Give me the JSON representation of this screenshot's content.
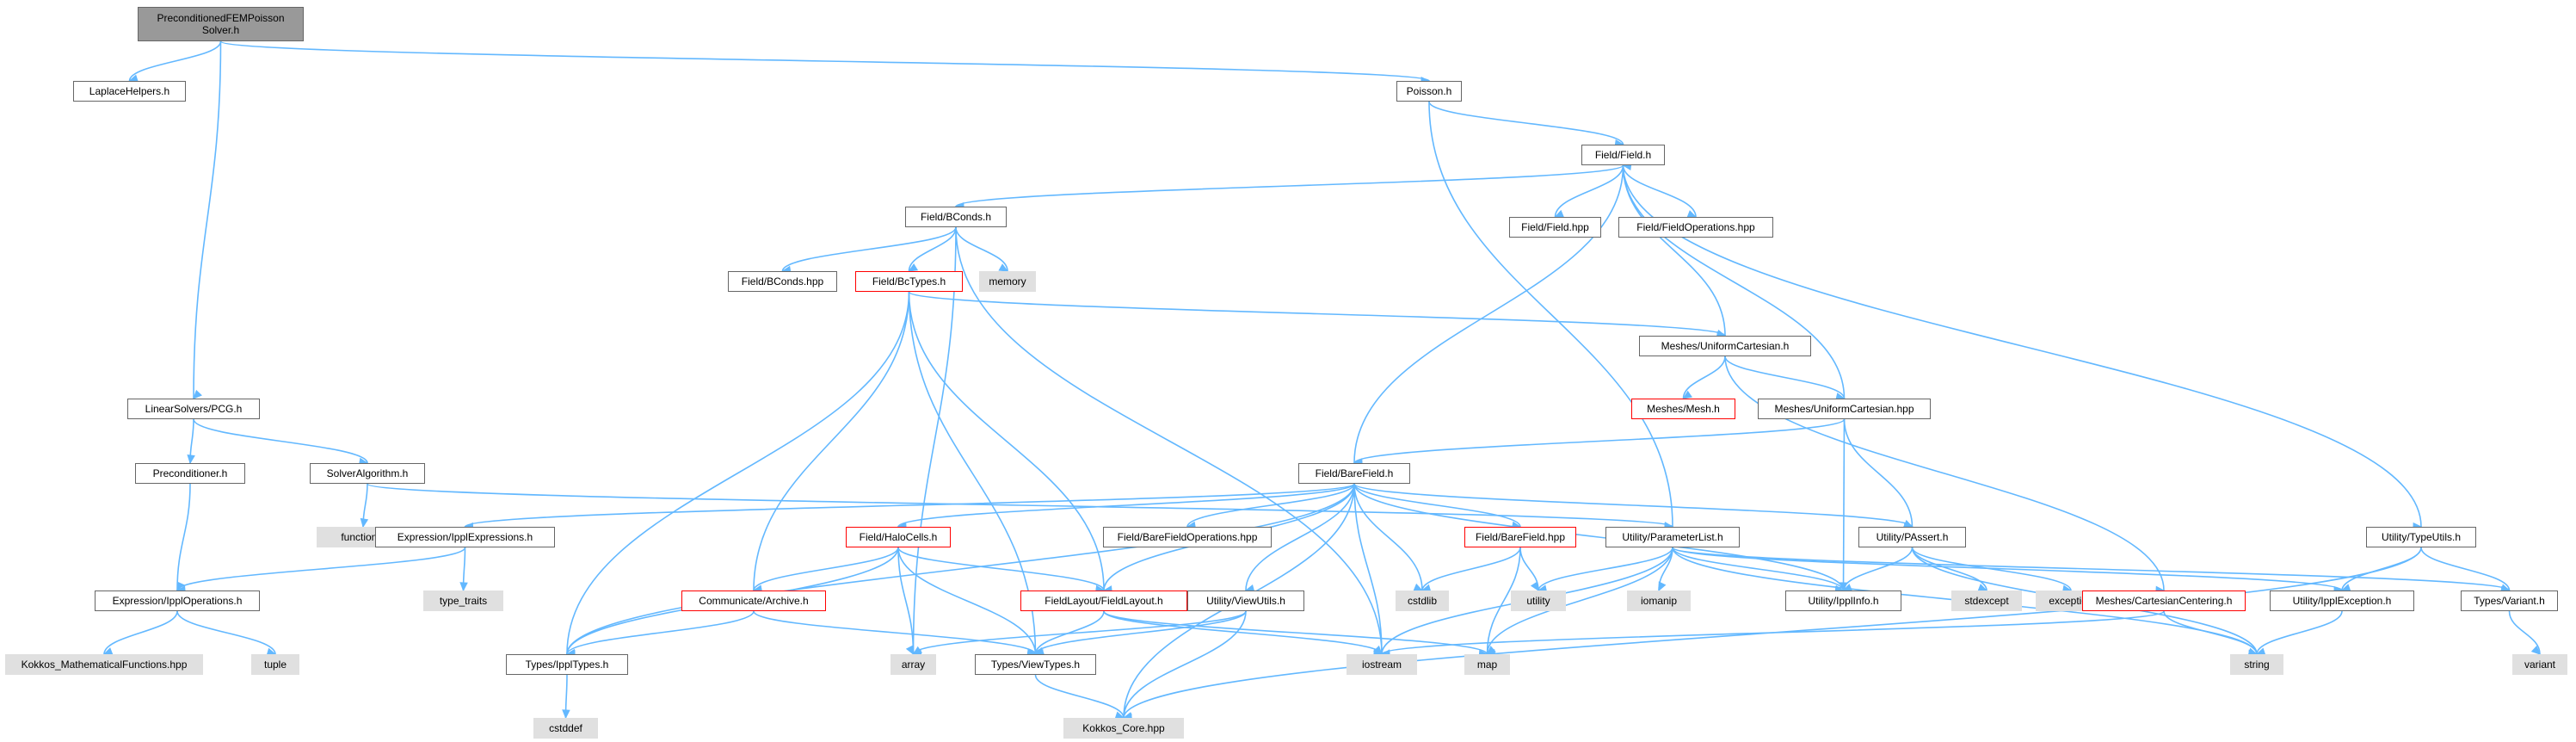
{
  "diagram": {
    "colors": {
      "edge": "#63b8ff",
      "root_fill": "#999999",
      "node_border": "#666666",
      "system_header_fill": "#e0e0e0",
      "truncated_border": "#ff0000"
    },
    "nodes": [
      {
        "id": "root",
        "label": "PreconditionedFEMPoisson\nSolver.h",
        "style": "root"
      },
      {
        "id": "laplace",
        "label": "LaplaceHelpers.h",
        "style": "white"
      },
      {
        "id": "poisson",
        "label": "Poisson.h",
        "style": "white"
      },
      {
        "id": "field_h",
        "label": "Field/Field.h",
        "style": "white"
      },
      {
        "id": "field_hpp",
        "label": "Field/Field.hpp",
        "style": "white"
      },
      {
        "id": "field_ops",
        "label": "Field/FieldOperations.hpp",
        "style": "white"
      },
      {
        "id": "bconds_h",
        "label": "Field/BConds.h",
        "style": "white"
      },
      {
        "id": "bconds_hpp",
        "label": "Field/BConds.hpp",
        "style": "white"
      },
      {
        "id": "bctypes",
        "label": "Field/BcTypes.h",
        "style": "red"
      },
      {
        "id": "memory",
        "label": "memory",
        "style": "gray"
      },
      {
        "id": "uc_h",
        "label": "Meshes/UniformCartesian.h",
        "style": "white"
      },
      {
        "id": "mesh_h",
        "label": "Meshes/Mesh.h",
        "style": "red"
      },
      {
        "id": "uc_hpp",
        "label": "Meshes/UniformCartesian.hpp",
        "style": "white"
      },
      {
        "id": "pcg",
        "label": "LinearSolvers/PCG.h",
        "style": "white"
      },
      {
        "id": "precond",
        "label": "Preconditioner.h",
        "style": "white"
      },
      {
        "id": "solveralg",
        "label": "SolverAlgorithm.h",
        "style": "white"
      },
      {
        "id": "functional",
        "label": "functional",
        "style": "gray"
      },
      {
        "id": "barefield_h",
        "label": "Field/BareField.h",
        "style": "white"
      },
      {
        "id": "expr_ippl",
        "label": "Expression/IpplExpressions.h",
        "style": "white"
      },
      {
        "id": "type_traits",
        "label": "type_traits",
        "style": "gray"
      },
      {
        "id": "halocells",
        "label": "Field/HaloCells.h",
        "style": "red"
      },
      {
        "id": "bf_ops",
        "label": "Field/BareFieldOperations.hpp",
        "style": "white"
      },
      {
        "id": "barefield_hpp",
        "label": "Field/BareField.hpp",
        "style": "red"
      },
      {
        "id": "paramlist",
        "label": "Utility/ParameterList.h",
        "style": "white"
      },
      {
        "id": "passert",
        "label": "Utility/PAssert.h",
        "style": "white"
      },
      {
        "id": "typeutils",
        "label": "Utility/TypeUtils.h",
        "style": "white"
      },
      {
        "id": "expr_ops",
        "label": "Expression/IpplOperations.h",
        "style": "white"
      },
      {
        "id": "kokkos_math",
        "label": "Kokkos_MathematicalFunctions.hpp",
        "style": "gray"
      },
      {
        "id": "tuple",
        "label": "tuple",
        "style": "gray"
      },
      {
        "id": "archive",
        "label": "Communicate/Archive.h",
        "style": "red"
      },
      {
        "id": "fieldlayout",
        "label": "FieldLayout/FieldLayout.h",
        "style": "red"
      },
      {
        "id": "viewutils",
        "label": "Utility/ViewUtils.h",
        "style": "white"
      },
      {
        "id": "cstdlib",
        "label": "cstdlib",
        "style": "gray"
      },
      {
        "id": "utility",
        "label": "utility",
        "style": "gray"
      },
      {
        "id": "iomanip",
        "label": "iomanip",
        "style": "gray"
      },
      {
        "id": "ipplinfo",
        "label": "Utility/IpplInfo.h",
        "style": "white"
      },
      {
        "id": "stdexcept",
        "label": "stdexcept",
        "style": "gray"
      },
      {
        "id": "exception",
        "label": "exception",
        "style": "gray"
      },
      {
        "id": "cartcent",
        "label": "Meshes/CartesianCentering.h",
        "style": "red"
      },
      {
        "id": "ipplexc",
        "label": "Utility/IpplException.h",
        "style": "white"
      },
      {
        "id": "variant_h",
        "label": "Types/Variant.h",
        "style": "white"
      },
      {
        "id": "array",
        "label": "array",
        "style": "gray"
      },
      {
        "id": "iostream",
        "label": "iostream",
        "style": "gray"
      },
      {
        "id": "map",
        "label": "map",
        "style": "gray"
      },
      {
        "id": "string",
        "label": "string",
        "style": "gray"
      },
      {
        "id": "variant",
        "label": "variant",
        "style": "gray"
      },
      {
        "id": "iptypes",
        "label": "Types/IpplTypes.h",
        "style": "white"
      },
      {
        "id": "viewtypes",
        "label": "Types/ViewTypes.h",
        "style": "white"
      },
      {
        "id": "cstddef",
        "label": "cstddef",
        "style": "gray"
      },
      {
        "id": "kokkos_core",
        "label": "Kokkos_Core.hpp",
        "style": "gray"
      }
    ],
    "edges": [
      [
        "root",
        "laplace"
      ],
      [
        "root",
        "poisson"
      ],
      [
        "root",
        "pcg"
      ],
      [
        "poisson",
        "field_h"
      ],
      [
        "poisson",
        "paramlist"
      ],
      [
        "field_h",
        "bconds_h"
      ],
      [
        "field_h",
        "field_hpp"
      ],
      [
        "field_h",
        "field_ops"
      ],
      [
        "field_h",
        "uc_h"
      ],
      [
        "field_h",
        "barefield_h"
      ],
      [
        "field_h",
        "typeutils"
      ],
      [
        "bconds_h",
        "bconds_hpp"
      ],
      [
        "bconds_h",
        "bctypes"
      ],
      [
        "bconds_h",
        "memory"
      ],
      [
        "bconds_h",
        "array"
      ],
      [
        "bconds_h",
        "iostream"
      ],
      [
        "bctypes",
        "uc_h"
      ],
      [
        "bctypes",
        "iptypes"
      ],
      [
        "bctypes",
        "archive"
      ],
      [
        "bctypes",
        "viewtypes"
      ],
      [
        "bctypes",
        "fieldlayout"
      ],
      [
        "uc_h",
        "mesh_h"
      ],
      [
        "uc_h",
        "uc_hpp"
      ],
      [
        "uc_h",
        "cartcent"
      ],
      [
        "uc_hpp",
        "field_h"
      ],
      [
        "uc_hpp",
        "barefield_h"
      ],
      [
        "uc_hpp",
        "passert"
      ],
      [
        "uc_hpp",
        "ipplinfo"
      ],
      [
        "pcg",
        "precond"
      ],
      [
        "pcg",
        "solveralg"
      ],
      [
        "precond",
        "expr_ops"
      ],
      [
        "solveralg",
        "functional"
      ],
      [
        "solveralg",
        "paramlist"
      ],
      [
        "expr_ippl",
        "type_traits"
      ],
      [
        "expr_ippl",
        "expr_ops"
      ],
      [
        "expr_ops",
        "kokkos_math"
      ],
      [
        "expr_ops",
        "tuple"
      ],
      [
        "barefield_h",
        "expr_ippl"
      ],
      [
        "barefield_h",
        "halocells"
      ],
      [
        "barefield_h",
        "bf_ops"
      ],
      [
        "barefield_h",
        "barefield_hpp"
      ],
      [
        "barefield_h",
        "passert"
      ],
      [
        "barefield_h",
        "iptypes"
      ],
      [
        "barefield_h",
        "fieldlayout"
      ],
      [
        "barefield_h",
        "viewutils"
      ],
      [
        "barefield_h",
        "cstdlib"
      ],
      [
        "barefield_h",
        "iostream"
      ],
      [
        "barefield_h",
        "ipplinfo"
      ],
      [
        "barefield_h",
        "kokkos_core"
      ],
      [
        "halocells",
        "archive"
      ],
      [
        "halocells",
        "fieldlayout"
      ],
      [
        "halocells",
        "array"
      ],
      [
        "halocells",
        "iptypes"
      ],
      [
        "halocells",
        "viewtypes"
      ],
      [
        "barefield_hpp",
        "cstdlib"
      ],
      [
        "barefield_hpp",
        "utility"
      ],
      [
        "barefield_hpp",
        "map"
      ],
      [
        "paramlist",
        "iostream"
      ],
      [
        "paramlist",
        "utility"
      ],
      [
        "paramlist",
        "iomanip"
      ],
      [
        "paramlist",
        "map"
      ],
      [
        "paramlist",
        "string"
      ],
      [
        "paramlist",
        "ipplinfo"
      ],
      [
        "paramlist",
        "variant_h"
      ],
      [
        "paramlist",
        "ipplexc"
      ],
      [
        "passert",
        "stdexcept"
      ],
      [
        "passert",
        "exception"
      ],
      [
        "passert",
        "ipplinfo"
      ],
      [
        "passert",
        "string"
      ],
      [
        "typeutils",
        "variant_h"
      ],
      [
        "typeutils",
        "ipplexc"
      ],
      [
        "typeutils",
        "kokkos_core"
      ],
      [
        "archive",
        "iptypes"
      ],
      [
        "archive",
        "viewtypes"
      ],
      [
        "fieldlayout",
        "viewtypes"
      ],
      [
        "fieldlayout",
        "iostream"
      ],
      [
        "fieldlayout",
        "map"
      ],
      [
        "viewutils",
        "viewtypes"
      ],
      [
        "viewutils",
        "array"
      ],
      [
        "viewutils",
        "kokkos_core"
      ],
      [
        "cartcent",
        "iostream"
      ],
      [
        "cartcent",
        "string"
      ],
      [
        "ipplexc",
        "string"
      ],
      [
        "variant_h",
        "variant"
      ],
      [
        "iptypes",
        "cstddef"
      ],
      [
        "viewtypes",
        "kokkos_core"
      ]
    ]
  }
}
